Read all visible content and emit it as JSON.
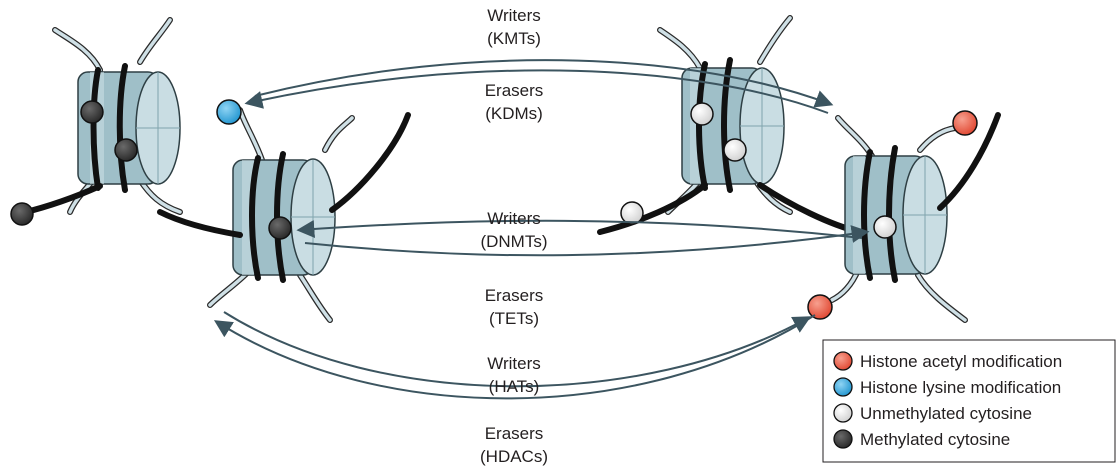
{
  "labels": {
    "kmts_role": "Writers",
    "kmts_name": "(KMTs)",
    "kdms_role": "Erasers",
    "kdms_name": "(KDMs)",
    "dnmts_role": "Writers",
    "dnmts_name": "(DNMTs)",
    "tets_role": "Erasers",
    "tets_name": "(TETs)",
    "hats_role": "Writers",
    "hats_name": "(HATs)",
    "hdacs_role": "Erasers",
    "hdacs_name": "(HDACs)"
  },
  "legend": {
    "items": [
      {
        "label": "Histone acetyl modification",
        "color": "#e8553f"
      },
      {
        "label": "Histone lysine modification",
        "color": "#2ea7e0"
      },
      {
        "label": "Unmethylated cytosine",
        "color": "#f2f2f2"
      },
      {
        "label": "Methylated cytosine",
        "color": "#3b3b3b"
      }
    ]
  },
  "colors": {
    "nucleosome_light": "#c9dde3",
    "nucleosome_mid": "#9fbfc8",
    "nucleosome_dark": "#7fa3ad",
    "dna": "#111111",
    "arrow": "#3c5560"
  }
}
